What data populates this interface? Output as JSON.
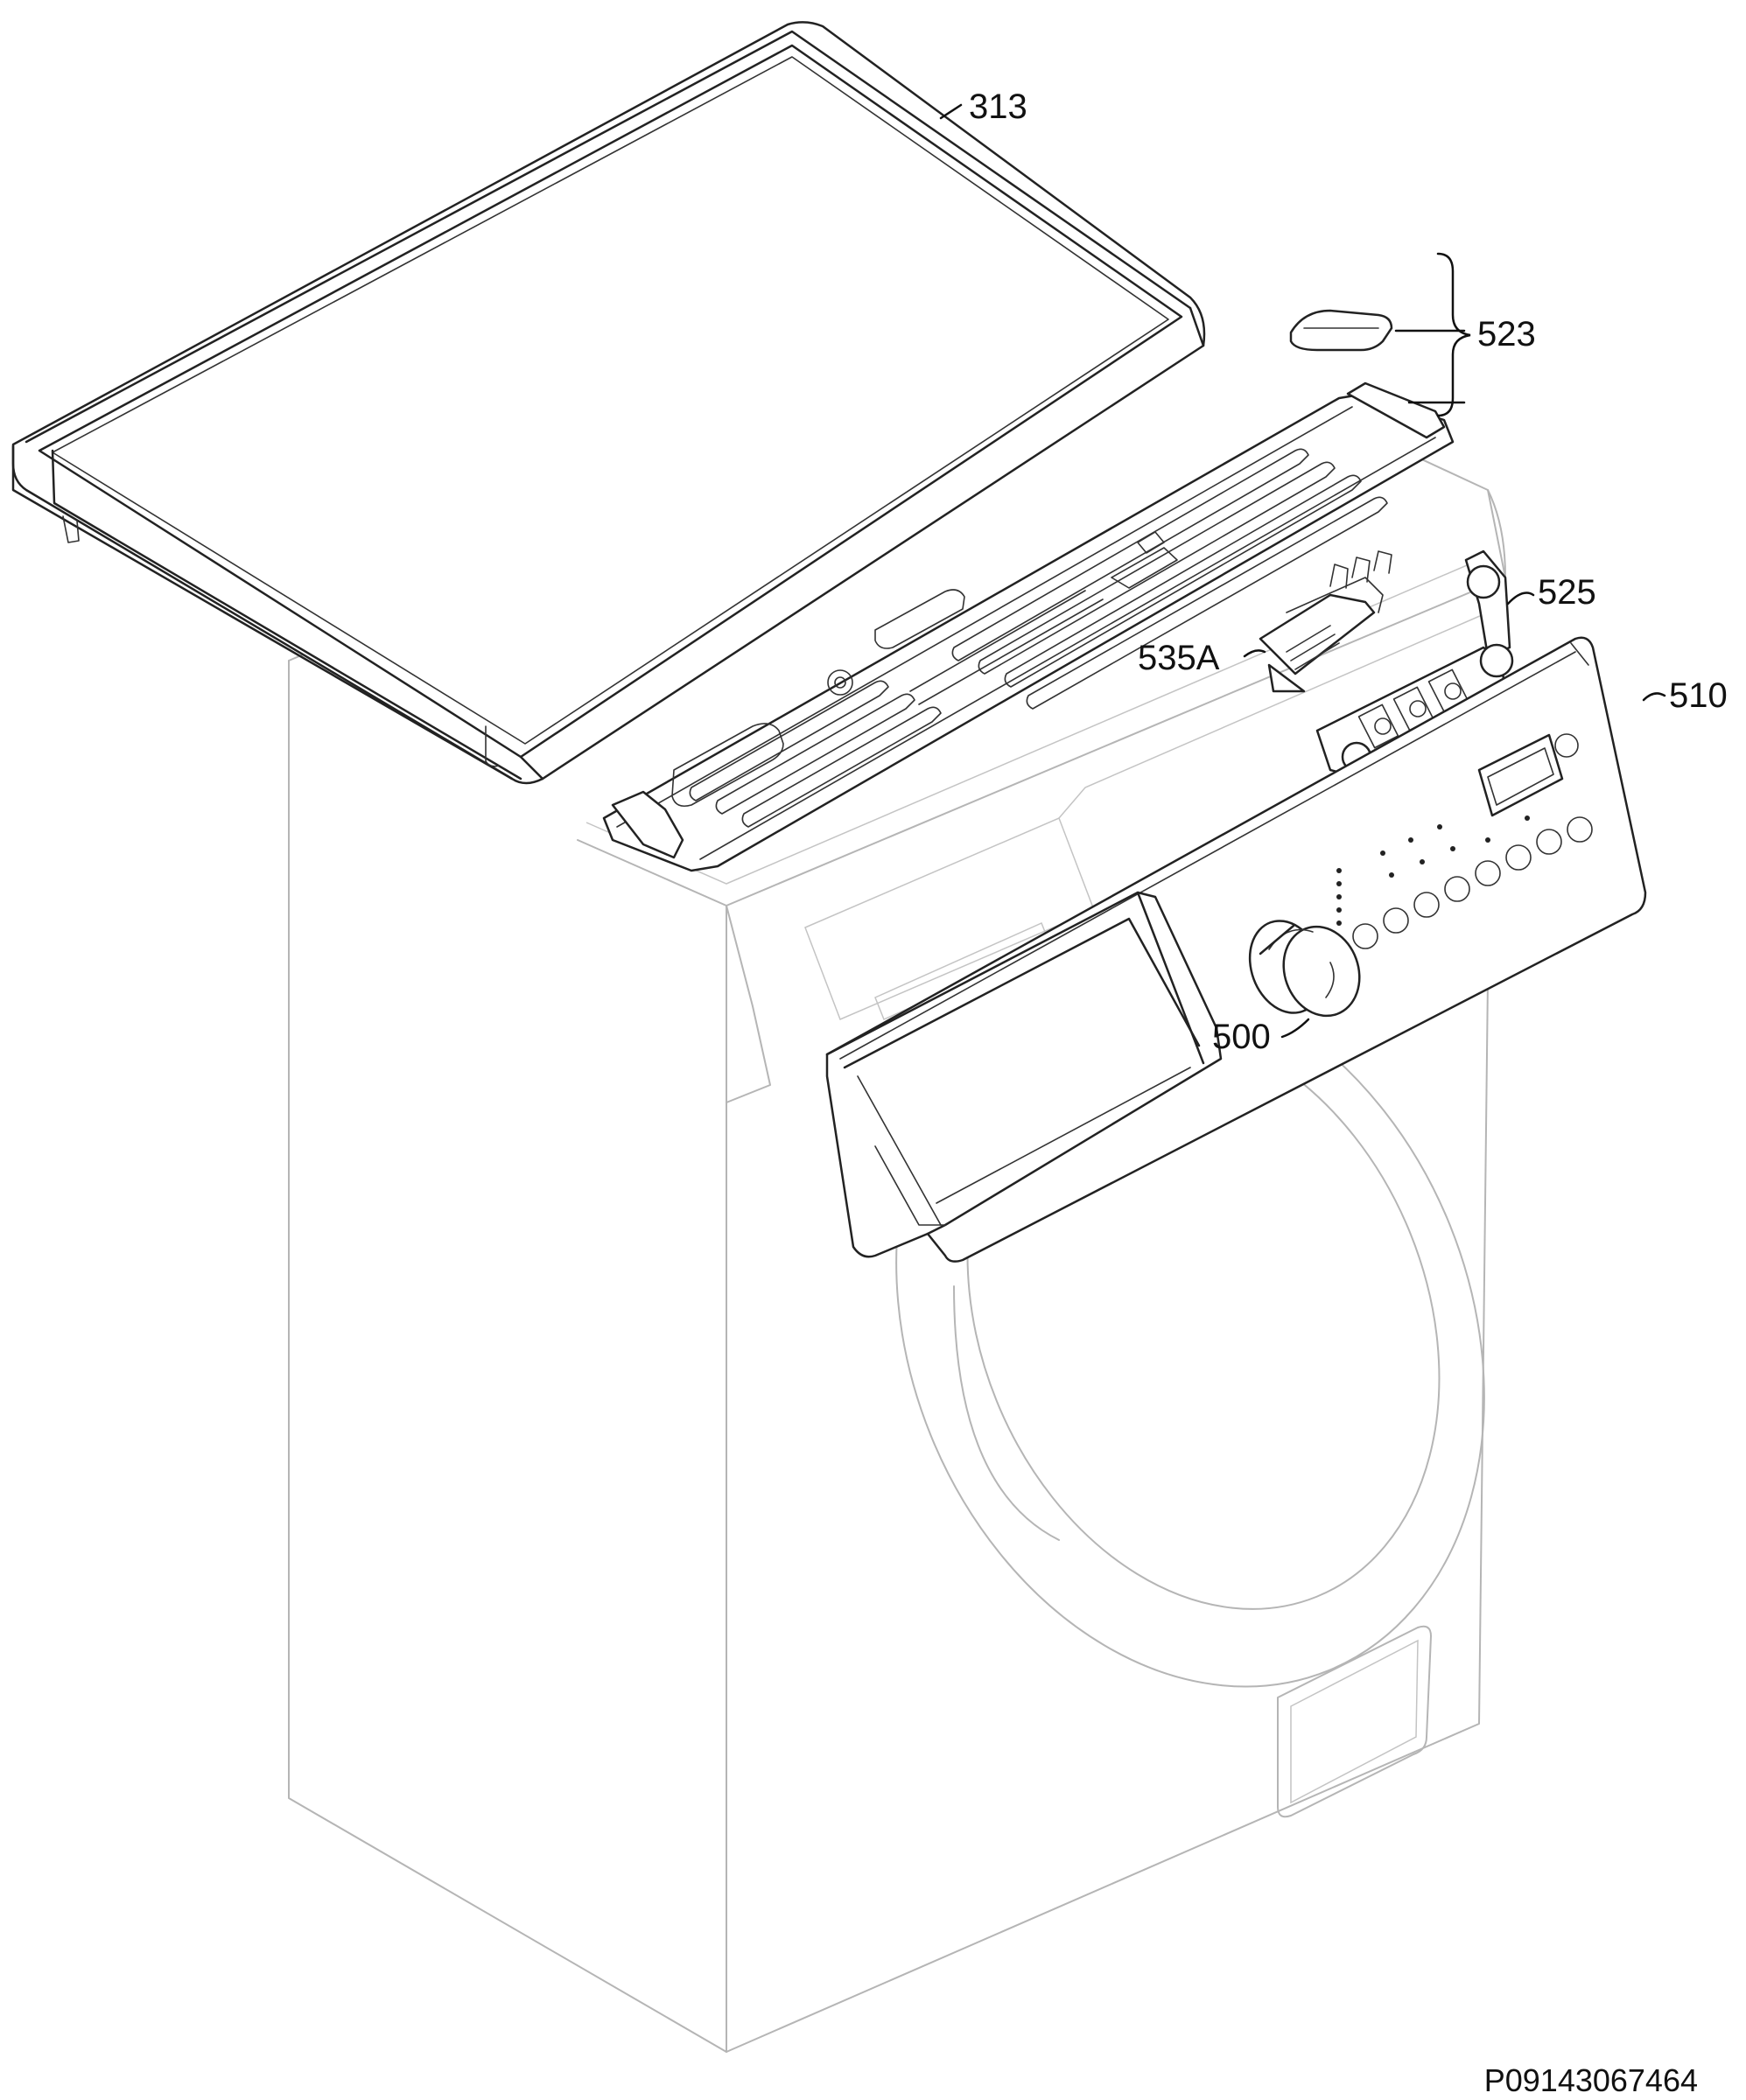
{
  "figure": {
    "drawing_id": "P09143067464"
  },
  "parts": [
    {
      "id": "lid",
      "number": "313"
    },
    {
      "id": "spring-pad",
      "number": "523"
    },
    {
      "id": "button-board",
      "number": "525"
    },
    {
      "id": "light-guide",
      "number": "535A"
    },
    {
      "id": "control-panel",
      "number": "510"
    },
    {
      "id": "knob",
      "number": "500"
    }
  ]
}
